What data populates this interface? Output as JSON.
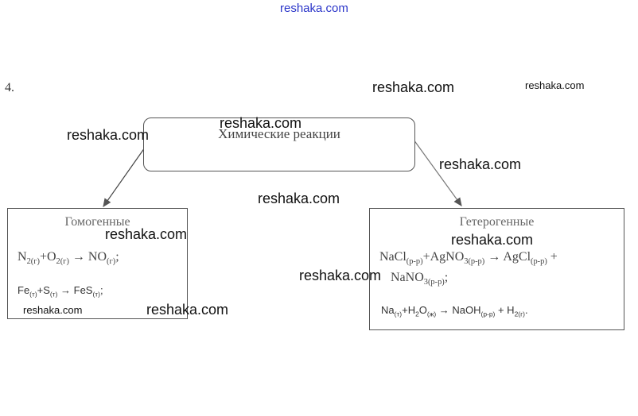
{
  "site_link": "reshaka.com",
  "task_number": "4.",
  "root_title": "Химические реакции",
  "left": {
    "heading": "Гомогенные",
    "eq1": {
      "a": "N",
      "a_sub": "2(г)",
      "b": "+O",
      "b_sub": "2(г)",
      "c": " → NO",
      "c_sub": "(г)",
      "tail": ";"
    },
    "eq2": {
      "a": "Fe",
      "a_sub": "(т)",
      "b": "+S",
      "b_sub": "(т)",
      "c": " → FeS",
      "c_sub": "(т)",
      "tail": ";"
    }
  },
  "right": {
    "heading": "Гетерогенные",
    "eq1_line1": {
      "a": "NaCl",
      "a_sub": "(р-р)",
      "b": "+AgNO",
      "b_sub": "3(р-р)",
      "c": " → AgCl",
      "c_sub": "(р-р)",
      "tail": " +"
    },
    "eq1_line2": {
      "a": "NaNO",
      "a_sub": "3(р-р)",
      "tail": ";"
    },
    "eq2": {
      "a": "Na",
      "a_sub": "(т)",
      "b": "+H",
      "b_sub": "2",
      "c": "O",
      "c_sub": "(ж)",
      "d": " → NaOH",
      "d_sub": "(р-р)",
      "e": " + H",
      "e_sub": "2(г)",
      "tail": "."
    }
  },
  "watermarks": [
    "reshaka.com",
    "reshaka.com",
    "reshaka.com",
    "reshaka.com",
    "reshaka.com",
    "reshaka.com",
    "reshaka.com",
    "reshaka.com",
    "reshaka.com",
    "reshaka.com",
    "reshaka.com"
  ]
}
